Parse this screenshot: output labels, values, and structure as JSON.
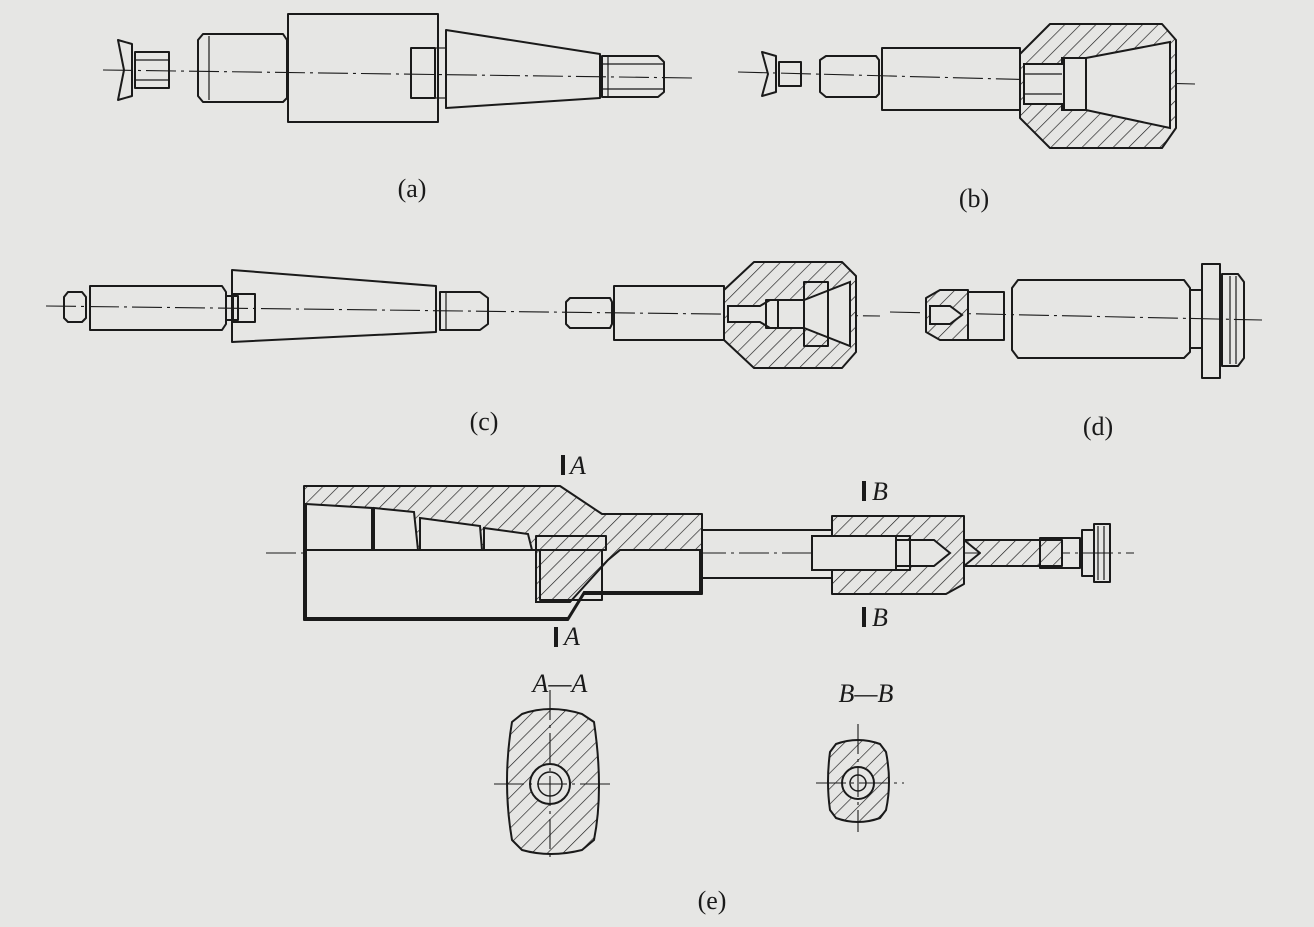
{
  "figure": {
    "labels": {
      "a": "(a)",
      "b": "(b)",
      "c": "(c)",
      "d": "(d)",
      "e": "(e)"
    },
    "section_marks": {
      "a_top": "A",
      "a_bottom": "A",
      "b_top": "B",
      "b_bottom": "B"
    },
    "section_titles": {
      "aa": "A—A",
      "bb": "B—B"
    }
  }
}
